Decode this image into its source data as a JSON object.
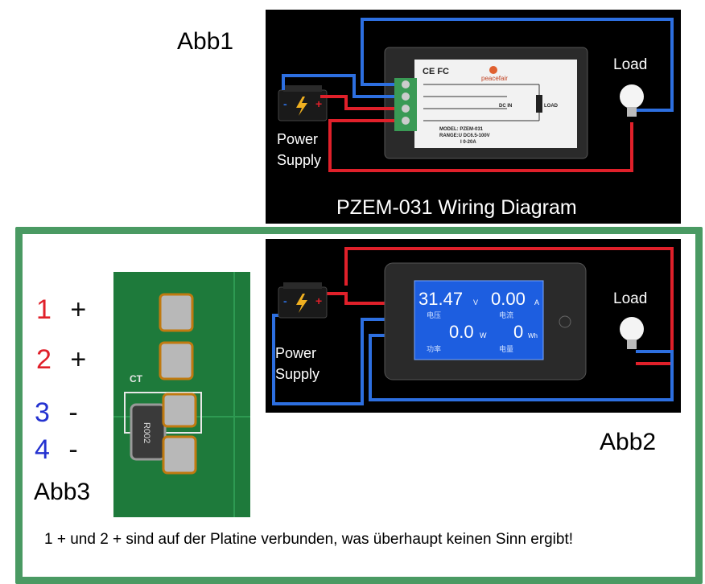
{
  "labels": {
    "abb1": "Abb1",
    "abb2": "Abb2",
    "abb3": "Abb3"
  },
  "diagram1": {
    "title": "PZEM-031 Wiring Diagram",
    "power_supply": "Power\nSupply",
    "power_supply_l1": "Power",
    "power_supply_l2": "Supply",
    "load": "Load",
    "module": {
      "cert": "CE FC",
      "brand": "peacefair",
      "dc_in": "DC IN",
      "load": "LOAD",
      "model": "MODEL: PZEM-031",
      "range_u": "RANGE:U DC6.5-100V",
      "range_i": "I 0-20A"
    },
    "colors": {
      "positive": "#e0202a",
      "negative": "#2d6fe0"
    }
  },
  "diagram2": {
    "power_supply_l1": "Power",
    "power_supply_l2": "Supply",
    "load": "Load",
    "display": {
      "voltage": "31.47",
      "voltage_unit": "V",
      "current": "0.00",
      "current_unit": "A",
      "power": "0.0",
      "power_unit": "W",
      "energy": "0",
      "energy_unit": "Wh",
      "lbl_voltage": "电压",
      "lbl_current": "电流",
      "lbl_power": "功率",
      "lbl_energy": "电量"
    }
  },
  "pcb": {
    "ct_label": "CT",
    "resistor_marking": "R002"
  },
  "pins": [
    {
      "num": "1",
      "sign": "+"
    },
    {
      "num": "2",
      "sign": "+"
    },
    {
      "num": "3",
      "sign": "-"
    },
    {
      "num": "4",
      "sign": "-"
    }
  ],
  "caption": "1 + und 2 + sind auf der Platine verbunden, was überhaupt keinen Sinn ergibt!"
}
